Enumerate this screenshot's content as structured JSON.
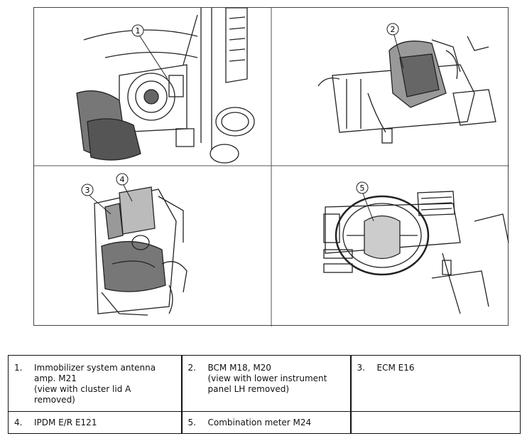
{
  "figure": {
    "callouts": [
      "1",
      "2",
      "3",
      "4",
      "5"
    ]
  },
  "legend": {
    "rows": [
      [
        {
          "num": "1.",
          "text": "Immobilizer system antenna amp. M21\n(view with cluster lid A removed)"
        },
        {
          "num": "2.",
          "text": "BCM M18, M20\n(view with lower instrument panel LH removed)"
        },
        {
          "num": "3.",
          "text": "ECM E16"
        }
      ],
      [
        {
          "num": "4.",
          "text": "IPDM E/R E121"
        },
        {
          "num": "5.",
          "text": "Combination meter M24"
        },
        {
          "num": "",
          "text": ""
        }
      ]
    ]
  }
}
